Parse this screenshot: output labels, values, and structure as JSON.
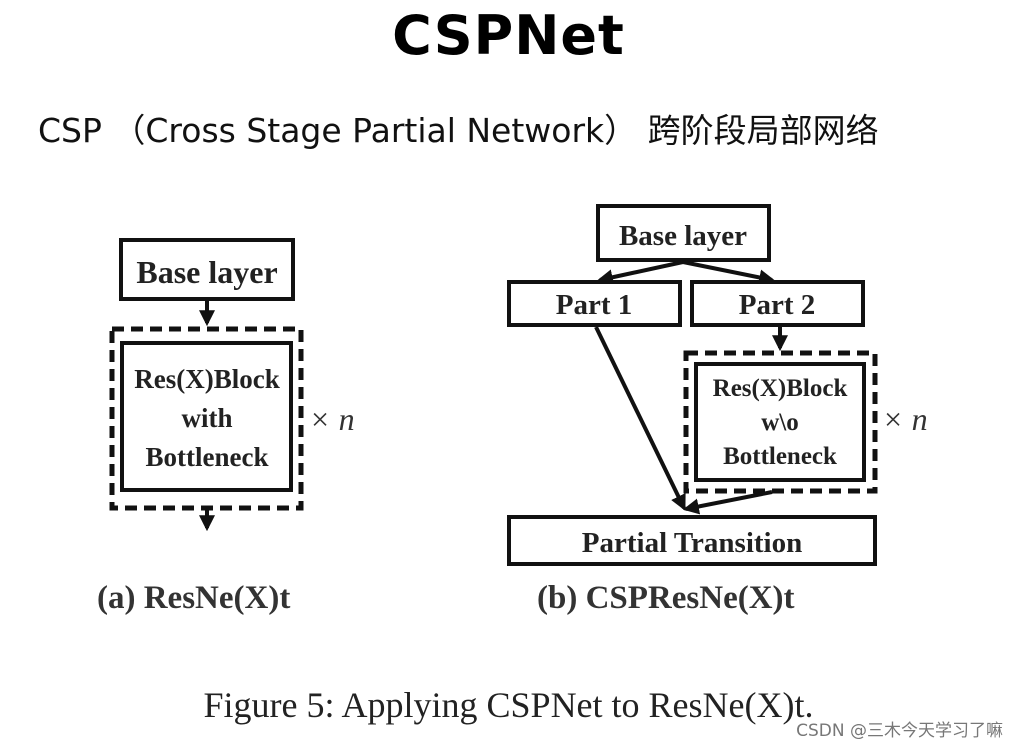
{
  "title": "CSPNet",
  "subtitle": "CSP （Cross Stage Partial Network） 跨阶段局部网络",
  "diagram_a": {
    "base_layer": "Base layer",
    "block_line1": "Res(X)Block",
    "block_line2": "with",
    "block_line3": "Bottleneck",
    "repeat": "× n",
    "caption": "(a) ResNe(X)t"
  },
  "diagram_b": {
    "base_layer": "Base layer",
    "part1": "Part 1",
    "part2": "Part 2",
    "block_line1": "Res(X)Block",
    "block_line2": "w\\o",
    "block_line3": "Bottleneck",
    "repeat": "× n",
    "transition": "Partial Transition",
    "caption": "(b) CSPResNe(X)t"
  },
  "figure_caption": "Figure 5:  Applying CSPNet to ResNe(X)t.",
  "watermark": "CSDN @三木今天学习了嘛"
}
